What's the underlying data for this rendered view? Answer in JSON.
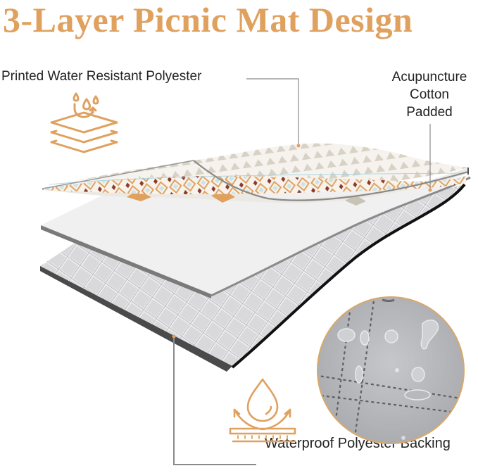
{
  "title": "3-Layer Picnic Mat Design",
  "layers": [
    {
      "name": "Printed Water Resistant Polyester",
      "lines": [
        "Printed Water Resistant Polyester"
      ],
      "icon": "water-resistant-layers-icon"
    },
    {
      "name": "Acupuncture Cotton Padded",
      "lines": [
        "Acupuncture",
        "Cotton",
        "Padded"
      ]
    },
    {
      "name": "Waterproof Polyester Backing",
      "lines": [
        "Waterproof Polyester Backing"
      ],
      "icon": "waterproof-drop-icon"
    }
  ],
  "colors": {
    "accent": "#e0a05e",
    "text": "#222222",
    "leader_line": "#8a8a8a",
    "pattern_brown": "#8b3a2b",
    "pattern_orange": "#e0a05e",
    "pattern_beige": "#d8d2c6",
    "backing_gray": "#c9c9cc"
  }
}
